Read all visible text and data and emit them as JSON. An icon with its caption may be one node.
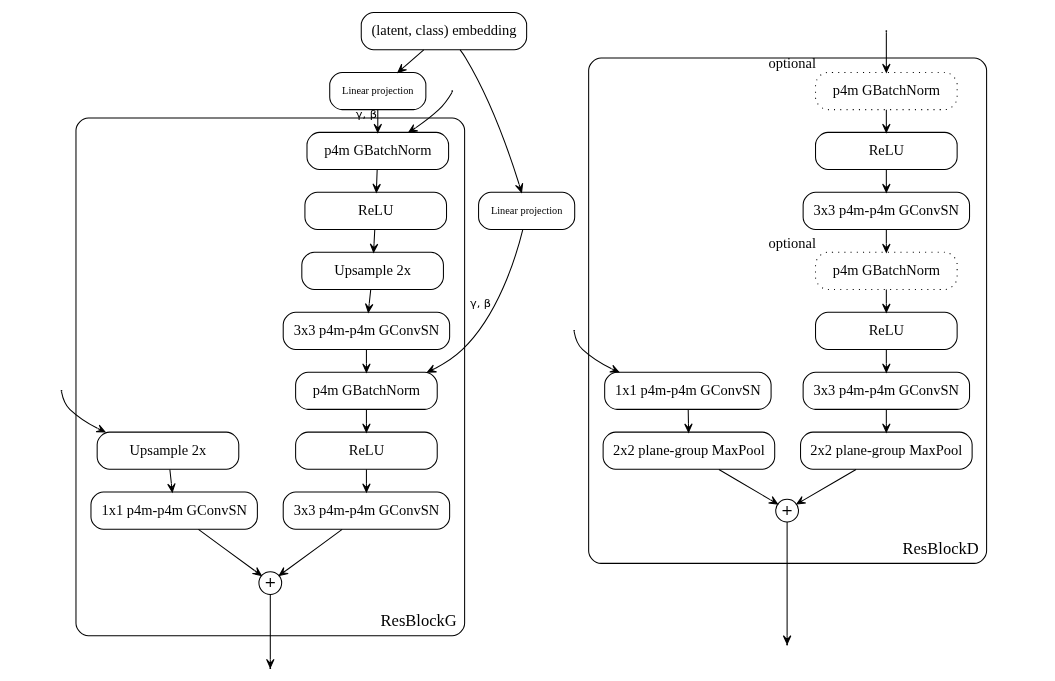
{
  "diagram": {
    "nodes": [
      {
        "text": [
          "ResBlockG"
        ]
      },
      {
        "text": [
          "(latent, class) embedding"
        ]
      },
      {
        "text": [
          "Linear projection"
        ]
      },
      {
        "text": [
          "Linear projection"
        ]
      },
      {
        "text": [
          "p4m GBatchNorm"
        ],
        "in": 0
      },
      {
        "text": [
          "ReLU"
        ],
        "in": 0
      },
      {
        "text": [
          "Upsample 2x"
        ],
        "in": 0
      },
      {
        "text": [
          "3x3 p4m-p4m GConvSN"
        ],
        "in": 0
      },
      {
        "text": [
          "p4m GBatchNorm"
        ],
        "in": 0
      },
      {
        "text": [
          "ReLU"
        ],
        "in": 0
      },
      {
        "text": [
          "3x3 p4m-p4m GConvSN"
        ],
        "in": 0
      },
      {
        "text": [
          "Upsample 2x"
        ],
        "in": 0
      },
      {
        "text": [
          "1x1 p4m-p4m GConvSN"
        ],
        "in": 0
      },
      {
        "text": [
          "+"
        ],
        "in": 0
      },
      {
        "text": [
          "ResBlockD"
        ]
      },
      {
        "text": [
          "p4m GBatchNorm"
        ],
        "beside": [
          "optional"
        ],
        "in": 14
      },
      {
        "text": [
          "ReLU"
        ],
        "in": 14
      },
      {
        "text": [
          "3x3 p4m-p4m GConvSN"
        ],
        "in": 14
      },
      {
        "text": [
          "p4m GBatchNorm"
        ],
        "beside": [
          "optional"
        ],
        "in": 14
      },
      {
        "text": [
          "ReLU"
        ],
        "in": 14
      },
      {
        "text": [
          "3x3 p4m-p4m GConvSN"
        ],
        "in": 14
      },
      {
        "text": [
          "2x2 plane-group MaxPool"
        ],
        "in": 14
      },
      {
        "text": [
          "1x1 p4m-p4m GConvSN"
        ],
        "in": 14
      },
      {
        "text": [
          "2x2 plane-group MaxPool"
        ],
        "in": 14
      },
      {
        "text": [
          "+"
        ],
        "in": 14
      }
    ],
    "edges": [
      {
        "from": null,
        "to": 11,
        "arrow": "to"
      },
      {
        "from": null,
        "to": 4,
        "arrow": "to"
      },
      {
        "from": 1,
        "to": 2,
        "arrow": "to"
      },
      {
        "from": 2,
        "to": 4,
        "arrow": "to",
        "label": "γ, β"
      },
      {
        "from": 1,
        "to": 3,
        "arrow": "to"
      },
      {
        "from": 3,
        "to": 8,
        "arrow": "to",
        "label": "γ, β"
      },
      {
        "from": 4,
        "to": 5,
        "arrow": "to"
      },
      {
        "from": 5,
        "to": 6,
        "arrow": "to"
      },
      {
        "from": 6,
        "to": 7,
        "arrow": "to"
      },
      {
        "from": 7,
        "to": 8,
        "arrow": "to"
      },
      {
        "from": 8,
        "to": 9,
        "arrow": "to"
      },
      {
        "from": 9,
        "to": 10,
        "arrow": "to"
      },
      {
        "from": 11,
        "to": 12,
        "arrow": "to"
      },
      {
        "from": 12,
        "to": 13,
        "arrow": "to"
      },
      {
        "from": 10,
        "to": 13,
        "arrow": "to"
      },
      {
        "from": 13,
        "to": null,
        "arrow": "to"
      },
      {
        "from": null,
        "to": 22,
        "arrow": "to"
      },
      {
        "from": null,
        "to": 15,
        "arrow": "to"
      },
      {
        "from": 15,
        "to": 16,
        "arrow": "to"
      },
      {
        "from": 16,
        "to": 17,
        "arrow": "to"
      },
      {
        "from": 17,
        "to": 18,
        "arrow": "to"
      },
      {
        "from": 18,
        "to": 19,
        "arrow": "to"
      },
      {
        "from": 19,
        "to": 20,
        "arrow": "to"
      },
      {
        "from": 20,
        "to": 21,
        "arrow": "to"
      },
      {
        "from": 22,
        "to": 23,
        "arrow": "to"
      },
      {
        "from": 23,
        "to": 24,
        "arrow": "to"
      },
      {
        "from": 21,
        "to": 24,
        "arrow": "to"
      },
      {
        "from": 24,
        "to": null,
        "arrow": "to"
      }
    ]
  }
}
